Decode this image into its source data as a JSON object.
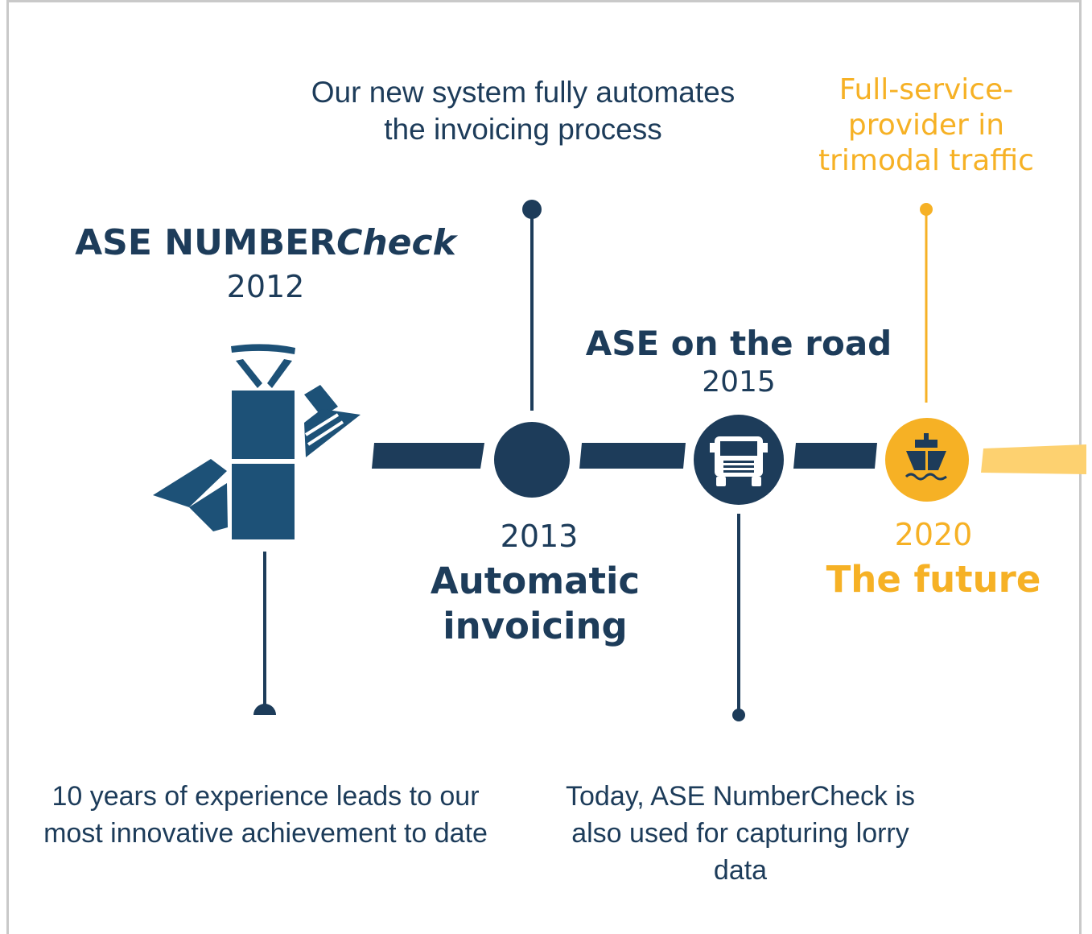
{
  "milestones": {
    "m2012": {
      "title_main": "ASE NUMBER",
      "title_italic": "Check",
      "year": "2012",
      "description": "10 years of experience leads to our most innovative achievement to date",
      "icon": "satellite-icon"
    },
    "m2013": {
      "year": "2013",
      "title_line1": "Automatic",
      "title_line2": "invoicing",
      "description_line1": "Our new system fully automates",
      "description_line2": "the invoicing process"
    },
    "m2015": {
      "title": "ASE on the road",
      "year": "2015",
      "description_line1": "Today, ASE NumberCheck is",
      "description_line2": "also used for capturing lorry",
      "description_line3": "data",
      "icon": "truck-icon"
    },
    "m2020": {
      "year": "2020",
      "title": "The future",
      "description_line1": "Full-service-",
      "description_line2": "provider in",
      "description_line3": "trimodal traffic",
      "icon": "ship-icon"
    }
  },
  "colors": {
    "navy": "#1d3c5a",
    "orange": "#f6b125",
    "light_orange": "#fdd170",
    "frame": "#c9c9c9"
  }
}
